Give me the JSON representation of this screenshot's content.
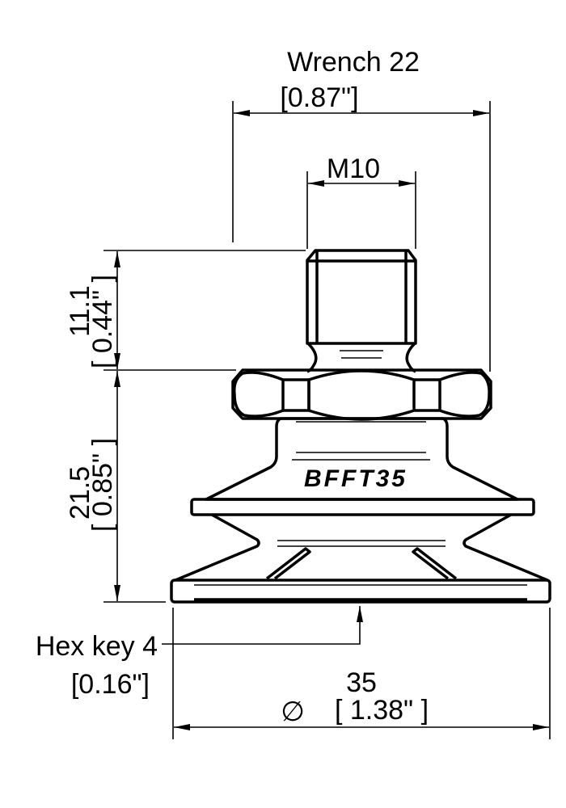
{
  "dimensions": {
    "wrench": {
      "label": "Wrench 22",
      "inch": "[0.87\"]"
    },
    "thread": {
      "label": "M10"
    },
    "thread_height": {
      "mm": "11.1",
      "inch": "[ 0.44\" ]"
    },
    "body_height": {
      "mm": "21.5",
      "inch": "[ 0.85\" ]"
    },
    "hex_key": {
      "label": "Hex key 4",
      "inch": "[0.16\"]"
    },
    "diameter": {
      "mm": "35",
      "symbol": "∅",
      "inch": "[ 1.38\" ]"
    }
  },
  "part": {
    "marking": "BFFT35"
  },
  "colors": {
    "line": "#000000",
    "background": "#ffffff"
  }
}
